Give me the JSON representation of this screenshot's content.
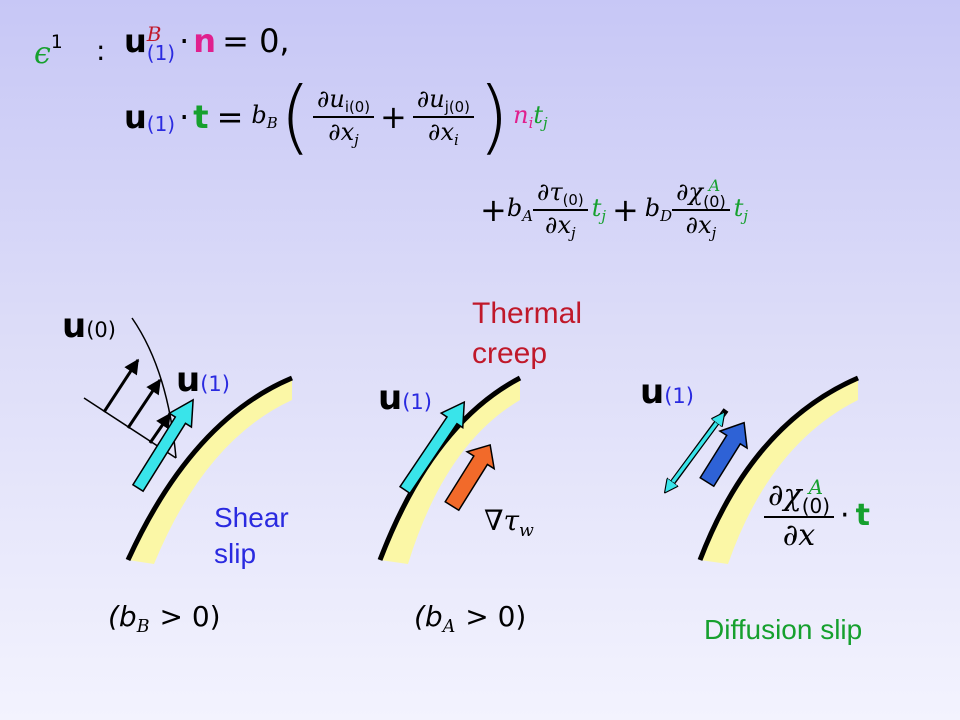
{
  "equations": {
    "order": "ϵ",
    "order_sup": "1",
    "colon": ":",
    "eq1_u": "u",
    "eq1_sup": "B",
    "eq1_sub": "(1)",
    "dot": "·",
    "n": "n",
    "eq1_rhs": "= 0,",
    "eq2_u": "u",
    "eq2_sub": "(1)",
    "t": "t",
    "equals": "=",
    "bB": "b",
    "bB_sub": "B",
    "frac1_num": "∂u",
    "frac1_num_sub": "i(0)",
    "frac1_den": "∂x",
    "frac1_den_sub": "j",
    "plus": "+",
    "frac2_num": "∂u",
    "frac2_num_sub": "j(0)",
    "frac2_den": "∂x",
    "frac2_den_sub": "i",
    "ni": "n",
    "ni_sub": "i",
    "tj": "t",
    "tj_sub": "j",
    "bA": "b",
    "bA_sub": "A",
    "frac3_num": "∂τ",
    "frac3_num_sub": "(0)",
    "frac3_den": "∂x",
    "frac3_den_sub": "j",
    "bD": "b",
    "bD_sub": "D",
    "frac4_num": "∂χ",
    "frac4_num_sup": "A",
    "frac4_num_sub": "(0)",
    "frac4_den": "∂x",
    "frac4_den_sub": "j"
  },
  "panel_shear": {
    "u0": "u",
    "u0_sub": "(0)",
    "u1": "u",
    "u1_sub": "(1)",
    "label": "Shear\nslip",
    "condition": "(b",
    "condition_sub": "B",
    "condition_rest": "> 0)"
  },
  "panel_thermal": {
    "title": "Thermal\ncreep",
    "u1": "u",
    "u1_sub": "(1)",
    "gradient": "∇τ",
    "gradient_sub": "w",
    "condition": "(b",
    "condition_sub": "A",
    "condition_rest": "> 0)"
  },
  "panel_diffusion": {
    "u1": "u",
    "u1_sub": "(1)",
    "frac_num": "∂χ",
    "frac_num_sup": "A",
    "frac_num_sub": "(0)",
    "frac_den": "∂x",
    "dot": "·",
    "t": "t",
    "label": "Diffusion slip"
  },
  "colors": {
    "wall": "#fbf7a6",
    "cyan_arrow": "#39e4ea",
    "orange_arrow": "#f26a2a",
    "blue_arrow": "#2e62d6",
    "green_text": "#16a02e",
    "blue_text": "#2a2ae0",
    "magenta_text": "#e0208e",
    "red_text": "#c0182a"
  }
}
